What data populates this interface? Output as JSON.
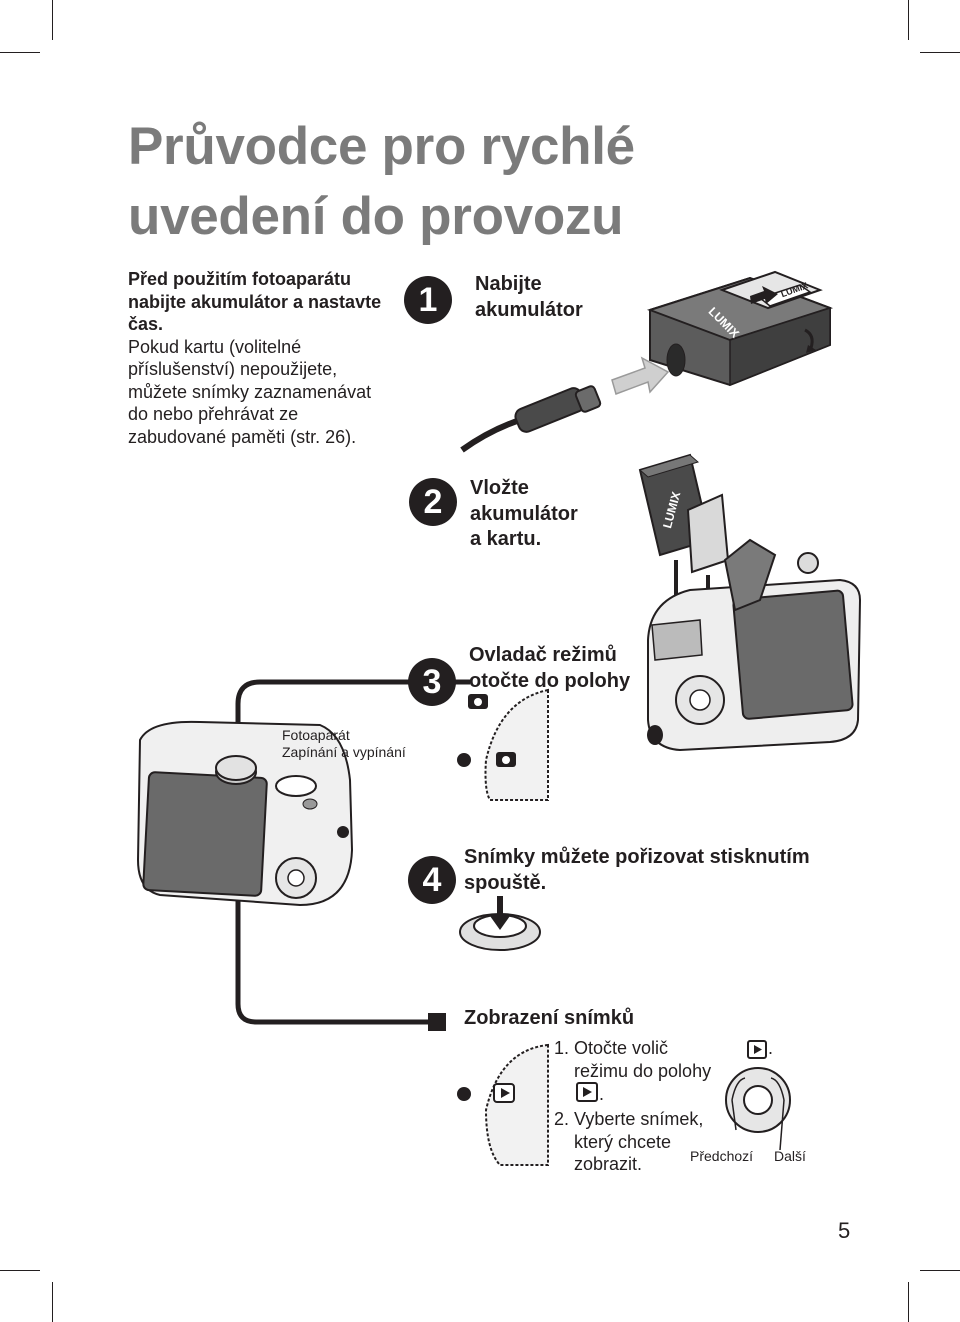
{
  "title": {
    "line1": "Průvodce pro rychlé",
    "line2": "uvedení do provozu"
  },
  "intro": {
    "bold1": "Před použitím fotoaparátu",
    "bold2": "nabijte akumulátor a nastavte",
    "bold3": "čas.",
    "l1": "Pokud kartu (volitelné",
    "l2": "příslušenství) nepoužijete,",
    "l3": "můžete snímky zaznamenávat",
    "l4": "do nebo přehrávat ze",
    "l5": "zabudované paměti (str. 26)."
  },
  "steps": [
    {
      "num": "1",
      "line1": "Nabijte",
      "line2": "akumulátor"
    },
    {
      "num": "2",
      "line1": "Vložte",
      "line2": "akumulátor",
      "line3": "a kartu."
    },
    {
      "num": "3",
      "line1": "Ovladač režimů",
      "line2": "otočte do polohy"
    },
    {
      "num": "4",
      "line1": "Snímky můžete pořizovat stisknutím",
      "line2": "spouště."
    }
  ],
  "camera_label": {
    "line1": "Fotoaparát",
    "line2": "Zapínání a vypínání"
  },
  "charger_brand": "LUMIX",
  "battery_brand": "LUMIX",
  "playback": {
    "heading": "Zobrazení snímků",
    "step1a": "1. Otočte volič",
    "step1b": "režimu do polohy",
    "step2a": "2. Vyberte snímek,",
    "step2b": "který chcete",
    "step2c": "zobrazit.",
    "prev": "Předchozí",
    "next": "Další"
  },
  "page_number": "5",
  "icons": {
    "camera": "camera-mode-icon",
    "play": "playback-mode-icon"
  }
}
